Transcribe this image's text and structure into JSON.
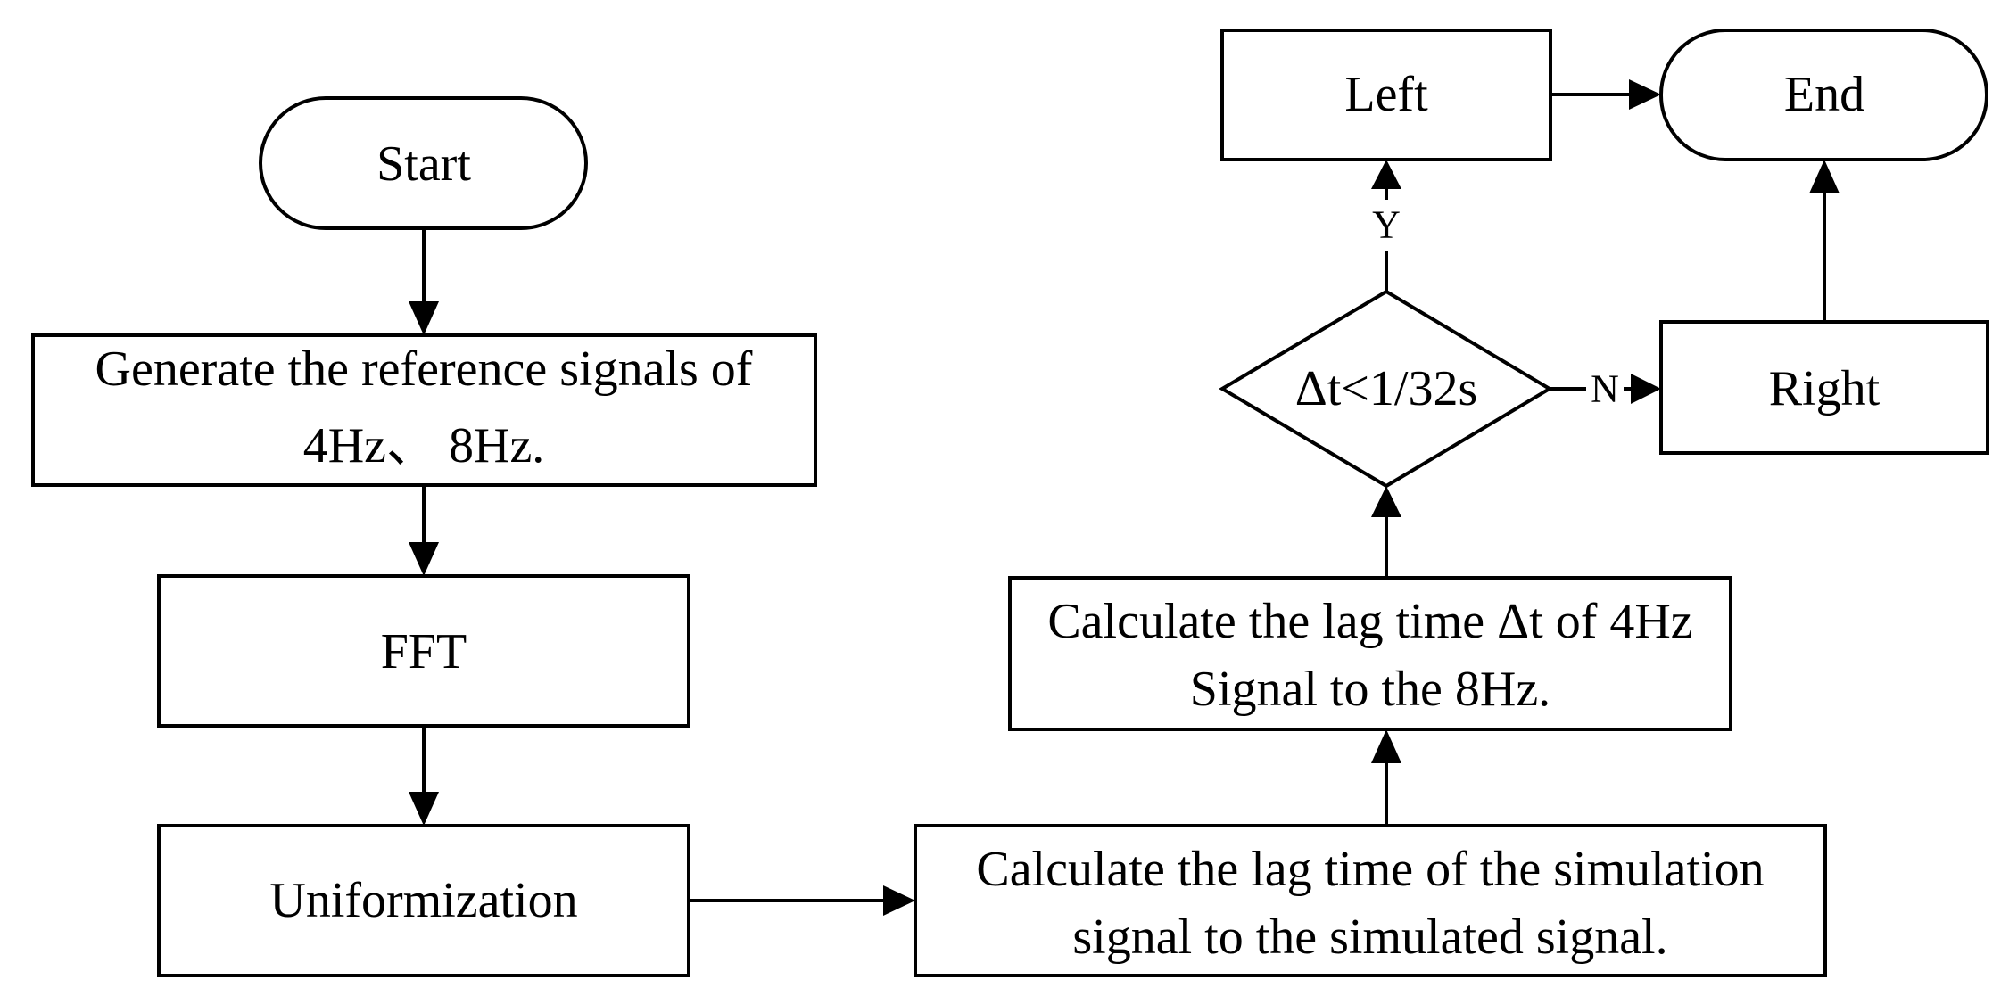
{
  "nodes": {
    "start": {
      "label": "Start"
    },
    "generate": {
      "line1": "Generate the reference signals of",
      "line2": "4Hz、 8Hz."
    },
    "fft": {
      "label": "FFT"
    },
    "uniformization": {
      "label": "Uniformization"
    },
    "calc_sim": {
      "line1": "Calculate the lag time of the simulation",
      "line2": "signal to the simulated signal."
    },
    "calc_4hz": {
      "line1": "Calculate the lag time Δt of 4Hz",
      "line2": "Signal to the 8Hz."
    },
    "decision": {
      "label": "Δt<1/32s"
    },
    "left": {
      "label": "Left"
    },
    "right": {
      "label": "Right"
    },
    "end": {
      "label": "End"
    }
  },
  "edges": {
    "yes_label": "Y",
    "no_label": "N"
  }
}
